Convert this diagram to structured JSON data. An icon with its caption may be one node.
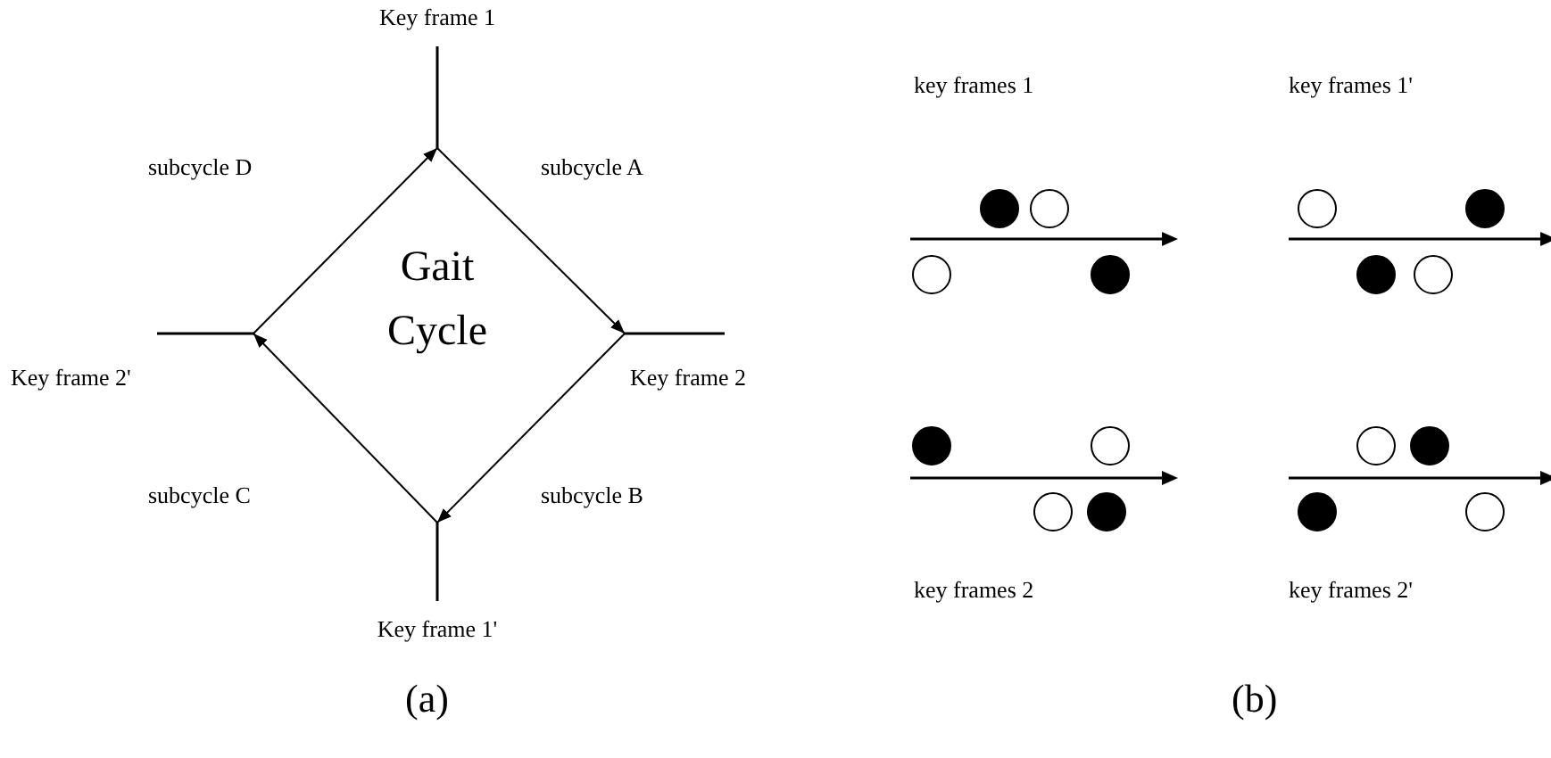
{
  "diagram": {
    "nodes": [
      {
        "text": [
          "Key frame 1"
        ]
      },
      {
        "text": [
          "Key frame 2'"
        ]
      },
      {
        "text": [
          "Key frame 2"
        ]
      },
      {
        "text": [
          "Key frame 1'"
        ]
      }
    ],
    "edges": [
      {
        "from": 0,
        "to": 2,
        "arrow": "to"
      },
      {
        "from": 2,
        "to": 3,
        "arrow": "to"
      },
      {
        "from": 3,
        "to": 1,
        "arrow": "to"
      },
      {
        "from": 1,
        "to": 0,
        "arrow": "to"
      }
    ],
    "labels": [
      "key frames 1",
      "key frames 1'",
      "subcycle D",
      "subcycle A",
      "Gait Cycle",
      "subcycle C",
      "subcycle B",
      "key frames 2",
      "key frames 2'",
      "(a)",
      "(b)"
    ]
  }
}
